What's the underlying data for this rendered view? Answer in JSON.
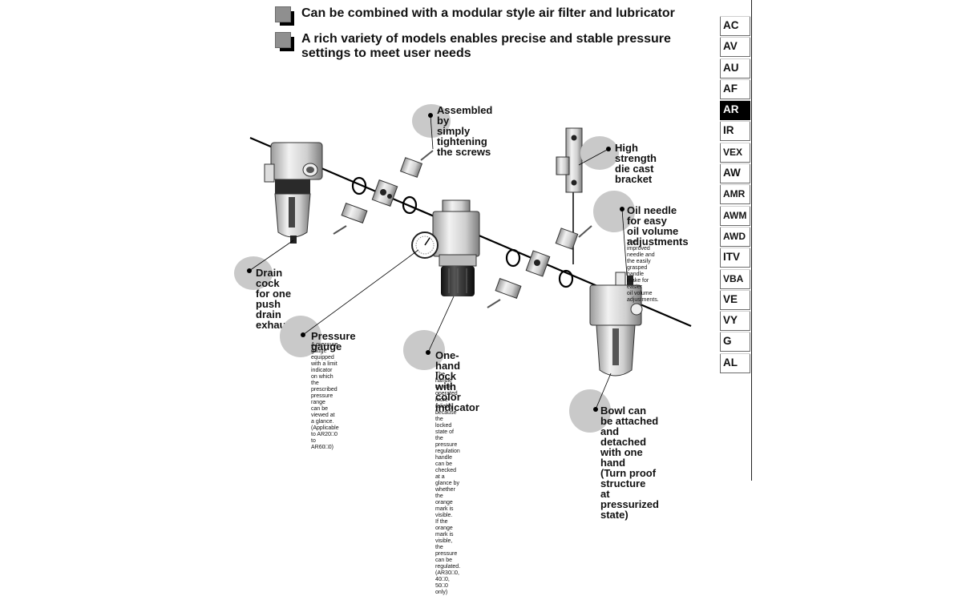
{
  "headlines": [
    "Can be combined with a modular style air filter and lubricator",
    "A rich variety of models enables precise and stable pressure\nsettings to meet user needs"
  ],
  "callouts": {
    "screws": {
      "title": "Assembled by\nsimply tightening\nthe screws"
    },
    "bracket": {
      "title": "High strength\ndie cast bracket"
    },
    "oil_needle": {
      "title": "Oil needle for easy\noil volume\nadjustments",
      "desc": "The improved needle and the easily\ngrasped handle make for easier\noil volume adjustments."
    },
    "drain": {
      "title": "Drain cock for one\npush drain exhaust"
    },
    "gauge": {
      "title": "Pressure gauge",
      "desc": "A pressure gauge equipped\nwith a limit indicator on which\nthe prescribed pressure range\ncan be viewed at a glance.\n(Applicable to AR20□0 to\nAR60□0)"
    },
    "lock": {
      "title": "One-hand lock\nwith color indicator",
      "desc": "The handle can be operated more\nreliably because the locked state of\nthe pressure regulation handle can be\nchecked at a glance by whether the\norange mark is visible.\nIf the orange mark is visible, the\npressure can be regulated.\n(AR30□0, 40□0, 50□0 only)"
    },
    "bowl": {
      "title": "Bowl can be attached\nand detached with one\nhand\n(Turn proof structure\nat pressurized state)"
    }
  },
  "sidebar": {
    "active": "AR",
    "tabs": [
      "AC",
      "AV",
      "AU",
      "AF",
      "AR",
      "IR",
      "VEX",
      "AW",
      "AMR",
      "AWM",
      "AWD",
      "ITV",
      "VBA",
      "VE",
      "VY",
      "G",
      "AL"
    ]
  },
  "colors": {
    "bubble": "#c9c9c9",
    "active_tab": "#000000",
    "icon_front": "#8f8f8f"
  }
}
